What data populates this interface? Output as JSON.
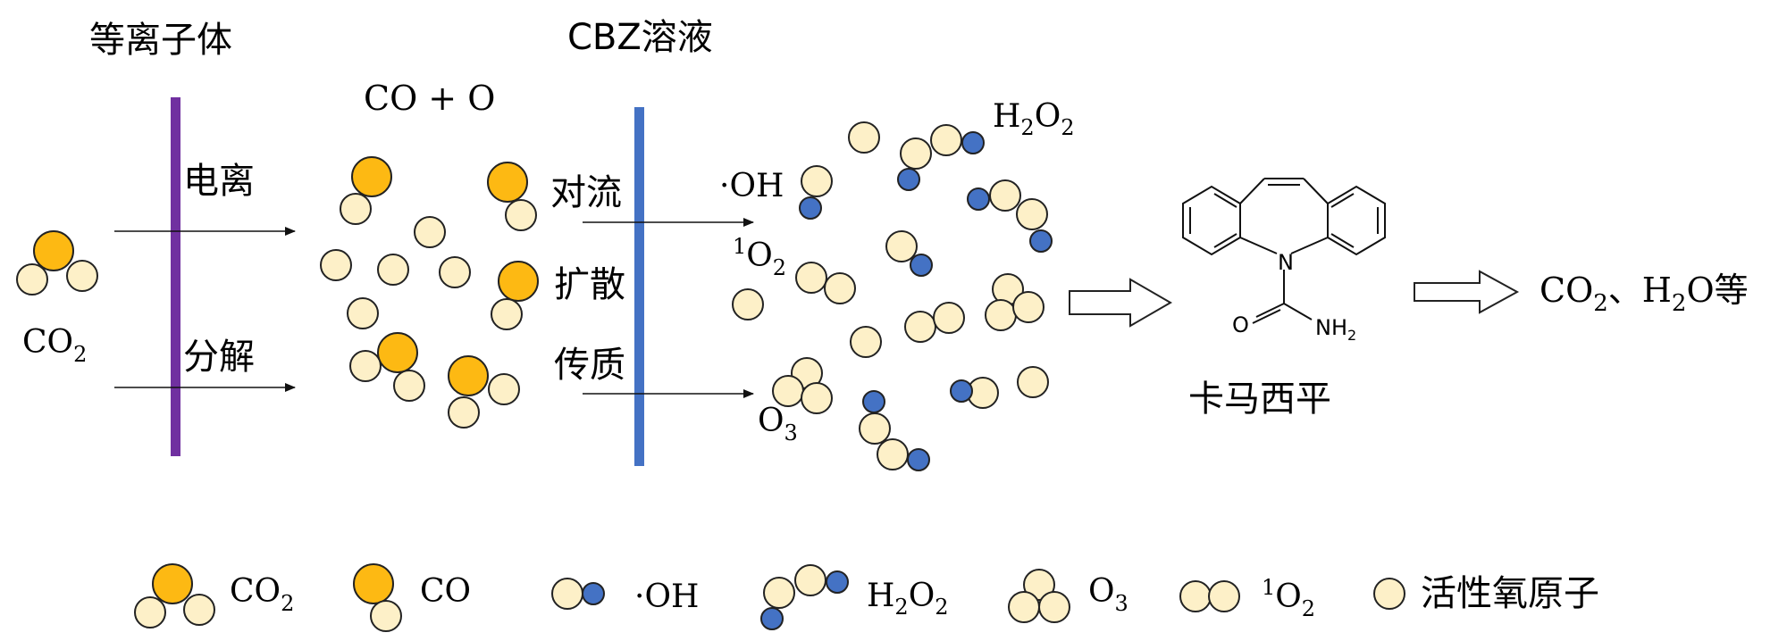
{
  "colors": {
    "co2_c": "#FDB913",
    "o_atom": "#FDF0C8",
    "h_atom": "#4472C4",
    "stroke": "#222222",
    "plasma_bar": "#7030A0",
    "solution_bar": "#4472C4"
  },
  "labels": {
    "plasma": "等离子体",
    "cbz_solution": "CBZ溶液",
    "co_plus_o": "CO + O",
    "ionization": "电离",
    "decomposition": "分解",
    "convection": "对流",
    "diffusion": "扩散",
    "mass_transfer": "传质",
    "co2": "CO",
    "co2_sub": "2",
    "oh": "·OH",
    "h2o2_h": "H",
    "h2o2_2a": "2",
    "h2o2_o": "O",
    "h2o2_2b": "2",
    "singlet_sup": "1",
    "singlet_o": "O",
    "singlet_sub": "2",
    "o3": "O",
    "o3_sub": "3",
    "carbamazepine": "卡马西平",
    "product_co2": "CO",
    "product_co2_sub": "2",
    "product_sep": "、H",
    "product_h2o_sub": "2",
    "product_rest": "O等",
    "mol_n": "N",
    "mol_o": "O",
    "mol_nh": "NH",
    "mol_nh_sub": "2"
  },
  "legend": [
    {
      "label": "CO",
      "sub": "2"
    },
    {
      "label": "CO",
      "sub": ""
    },
    {
      "label": "·OH",
      "sub": ""
    },
    {
      "label": "H2O2",
      "sub": ""
    },
    {
      "label": "O",
      "sub": "3"
    },
    {
      "label": "O",
      "sub": "2",
      "sup": "1"
    },
    {
      "label": "活性氧原子",
      "sub": ""
    }
  ]
}
